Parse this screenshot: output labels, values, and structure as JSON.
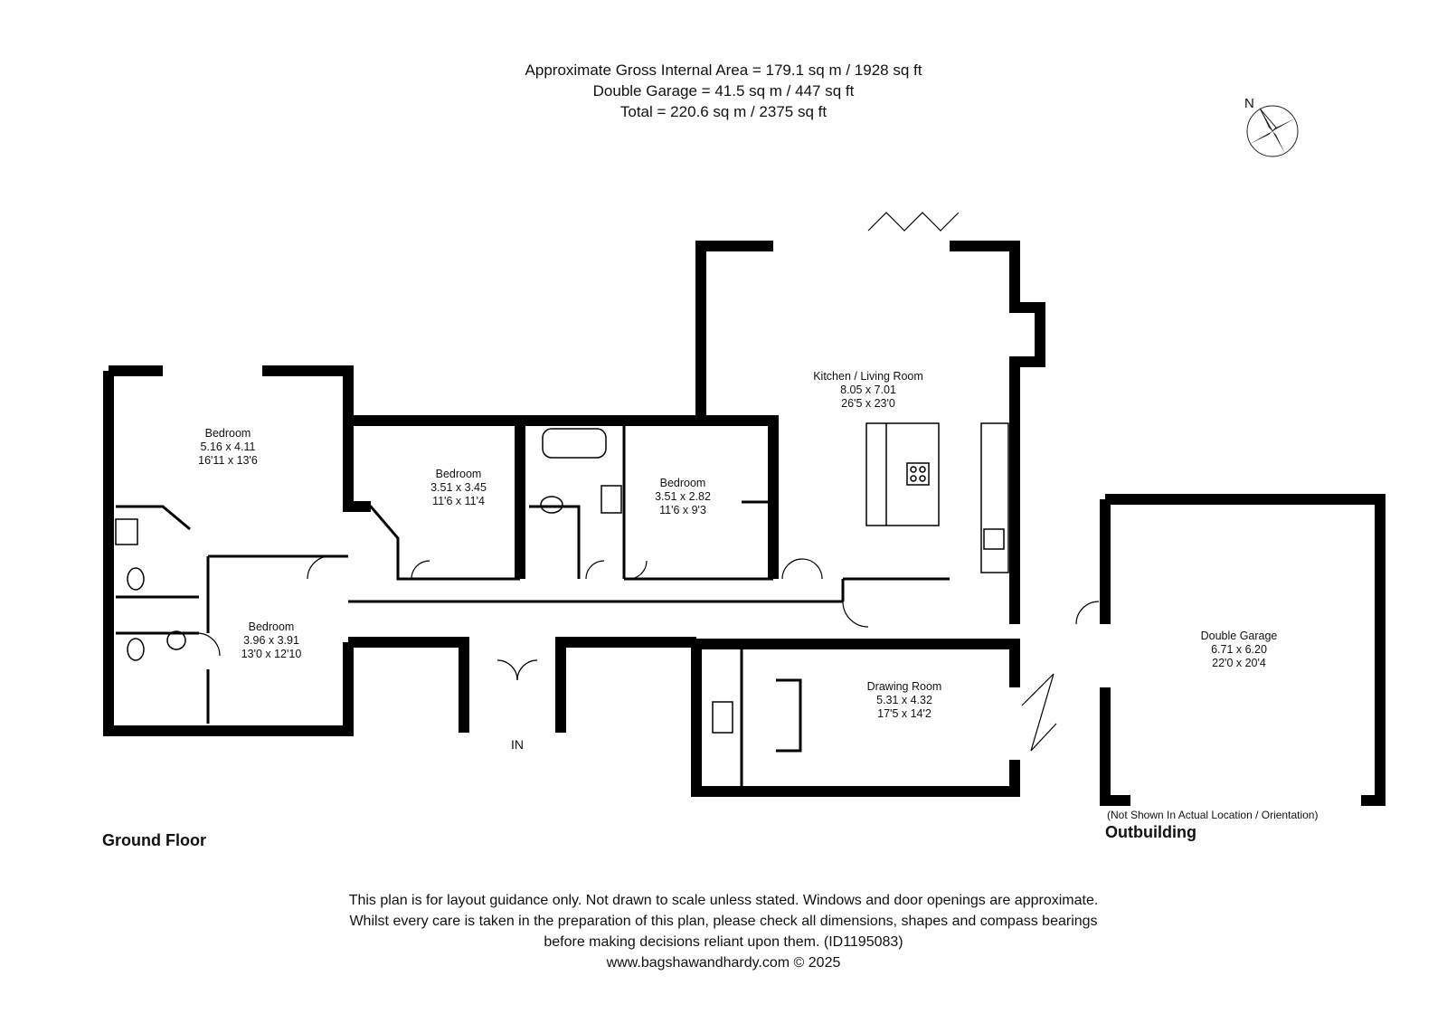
{
  "header": {
    "line1": "Approximate Gross Internal Area = 179.1 sq m / 1928 sq ft",
    "line2": "Double Garage = 41.5 sq m / 447 sq ft",
    "line3": "Total = 220.6 sq m / 2375 sq ft"
  },
  "compass": {
    "label": "N"
  },
  "rooms": {
    "bedroom1": {
      "name": "Bedroom",
      "metric": "5.16 x 4.11",
      "imperial": "16'11 x 13'6"
    },
    "bedroom2": {
      "name": "Bedroom",
      "metric": "3.51 x 3.45",
      "imperial": "11'6 x 11'4"
    },
    "bedroom3": {
      "name": "Bedroom",
      "metric": "3.51 x 2.82",
      "imperial": "11'6 x 9'3"
    },
    "bedroom4": {
      "name": "Bedroom",
      "metric": "3.96 x 3.91",
      "imperial": "13'0 x 12'10"
    },
    "kitchen": {
      "name": "Kitchen / Living Room",
      "metric": "8.05 x 7.01",
      "imperial": "26'5 x 23'0"
    },
    "drawing": {
      "name": "Drawing Room",
      "metric": "5.31 x 4.32",
      "imperial": "17'5 x 14'2"
    },
    "garage": {
      "name": "Double Garage",
      "metric": "6.71 x 6.20",
      "imperial": "22'0 x 20'4"
    }
  },
  "entrance": {
    "label": "IN"
  },
  "labels": {
    "ground_floor": "Ground Floor",
    "outbuilding": "Outbuilding",
    "not_shown": "(Not Shown In Actual Location / Orientation)"
  },
  "footer": {
    "line1": "This plan is for layout guidance only. Not drawn to scale unless stated. Windows and door openings are approximate.",
    "line2": "Whilst every care is taken in the preparation of this plan, please check all dimensions, shapes and compass bearings",
    "line3": "before making decisions reliant upon them. (ID1195083)",
    "line4": "www.bagshawandhardy.com © 2025"
  }
}
